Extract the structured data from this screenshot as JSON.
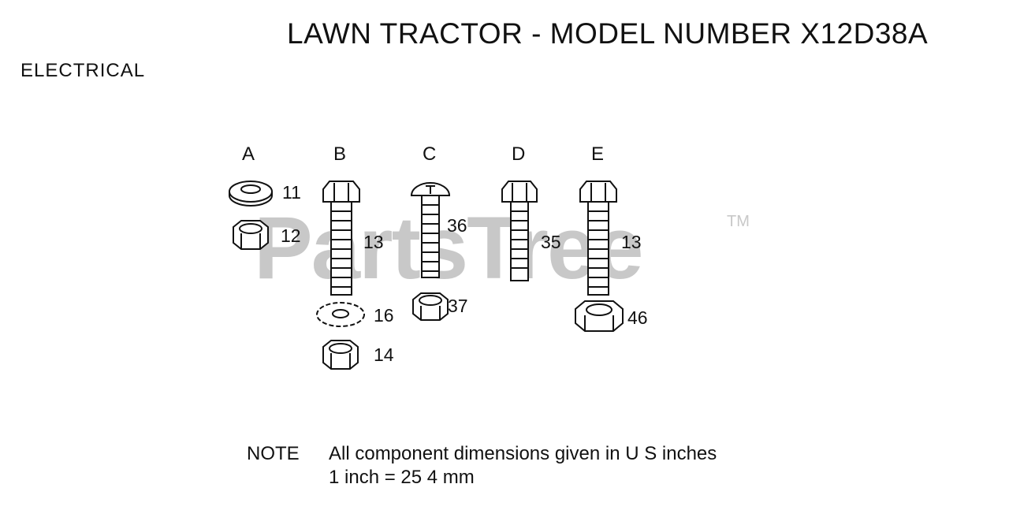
{
  "title": "LAWN TRACTOR - MODEL NUMBER X12D38A",
  "section": "ELECTRICAL",
  "watermark": "PartsTree",
  "trademark": "TM",
  "groups": [
    {
      "letter": "A",
      "parts": [
        {
          "number": "11",
          "icon": "lock-washer-icon"
        },
        {
          "number": "12",
          "icon": "lock-nut-icon"
        }
      ]
    },
    {
      "letter": "B",
      "parts": [
        {
          "number": "13",
          "icon": "hex-bolt-icon"
        },
        {
          "number": "16",
          "icon": "star-washer-icon"
        },
        {
          "number": "14",
          "icon": "lock-nut-icon"
        }
      ]
    },
    {
      "letter": "C",
      "parts": [
        {
          "number": "36",
          "icon": "carriage-bolt-icon"
        },
        {
          "number": "37",
          "icon": "lock-nut-icon"
        }
      ]
    },
    {
      "letter": "D",
      "parts": [
        {
          "number": "35",
          "icon": "hex-bolt-icon"
        }
      ]
    },
    {
      "letter": "E",
      "parts": [
        {
          "number": "13",
          "icon": "hex-bolt-icon"
        },
        {
          "number": "46",
          "icon": "hex-nut-icon"
        }
      ]
    }
  ],
  "note": {
    "label": "NOTE",
    "line1": "All component dimensions given in U S  inches",
    "line2": "1 inch = 25 4 mm"
  }
}
